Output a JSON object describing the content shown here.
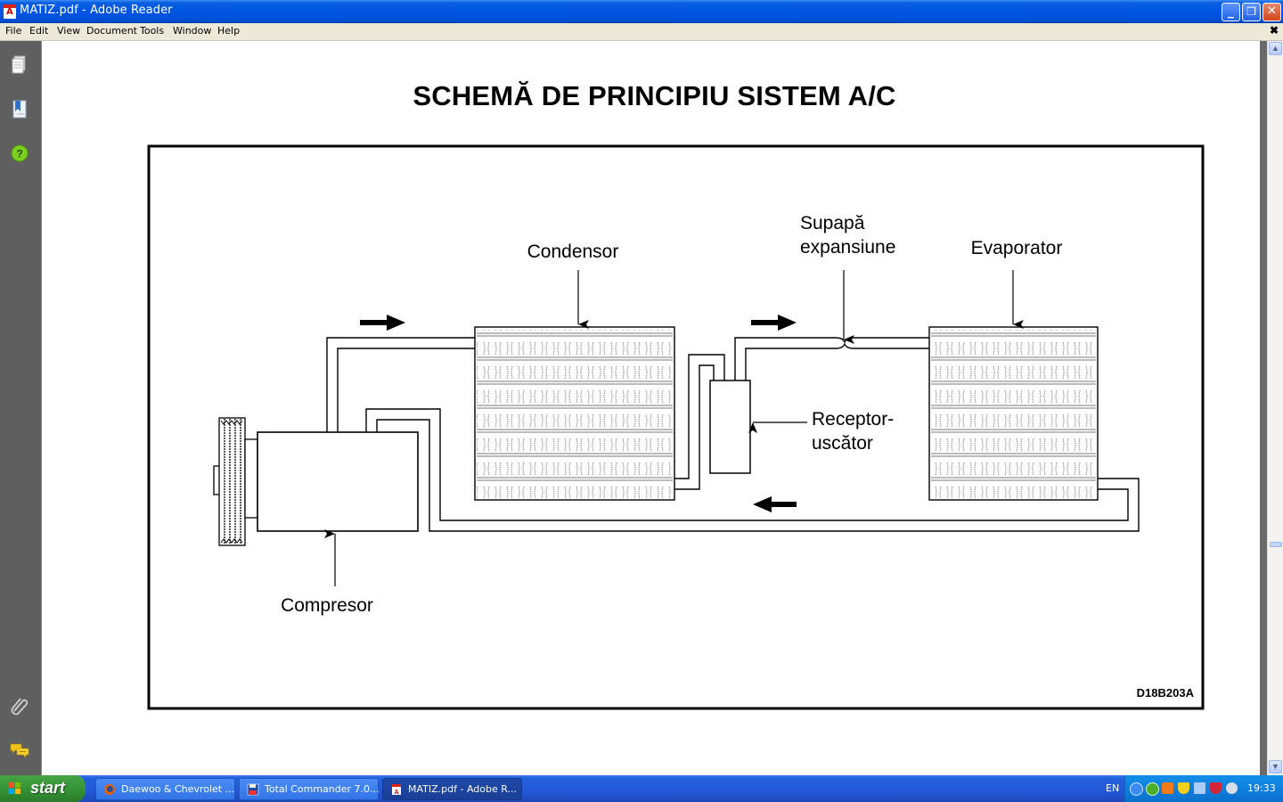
{
  "window": {
    "title": "MATIZ.pdf - Adobe Reader",
    "minimize_glyph": "▁",
    "maximize_glyph": "❐",
    "close_glyph": "✕",
    "doc_close_glyph": "✖"
  },
  "menu": {
    "items": [
      "File",
      "Edit",
      "View",
      "Document",
      "Tools",
      "Window",
      "Help"
    ]
  },
  "nav_panel": {
    "icons": [
      "pages-icon",
      "bookmarks-icon",
      "help-icon",
      "attachments-icon",
      "comments-icon"
    ]
  },
  "document": {
    "page_title": "SCHEMĂ DE PRINCIPIU SISTEM A/C",
    "figure_code": "D18B203A",
    "labels": {
      "condensor": "Condensor",
      "valve_line1": "Supapă",
      "valve_line2": "expansiune",
      "evaporator": "Evaporator",
      "receiver_line1": "Receptor-",
      "receiver_line2": "uscător",
      "compressor": "Compresor"
    }
  },
  "scrollbar": {
    "up_glyph": "▲",
    "down_glyph": "▼"
  },
  "taskbar": {
    "start_label": "start",
    "items": [
      {
        "label": "Daewoo & Chevrolet ...",
        "icon": "firefox-icon",
        "active": false
      },
      {
        "label": "Total Commander 7.0...",
        "icon": "floppy-icon",
        "active": false
      },
      {
        "label": "MATIZ.pdf - Adobe R...",
        "icon": "pdf-icon",
        "active": true
      }
    ],
    "language": "EN",
    "clock": "19:33",
    "tray_icons": [
      "show-hidden-icon",
      "utorrent-icon",
      "app-icon",
      "security-shield-icon",
      "network-icon",
      "antivirus-icon",
      "messenger-icon"
    ]
  },
  "colors": {
    "titlebar": "#0054e3",
    "menubar": "#ece9d8",
    "nav_panel": "#5f5f5f",
    "taskbar": "#2458d6",
    "start_button": "#3c9a3c"
  }
}
